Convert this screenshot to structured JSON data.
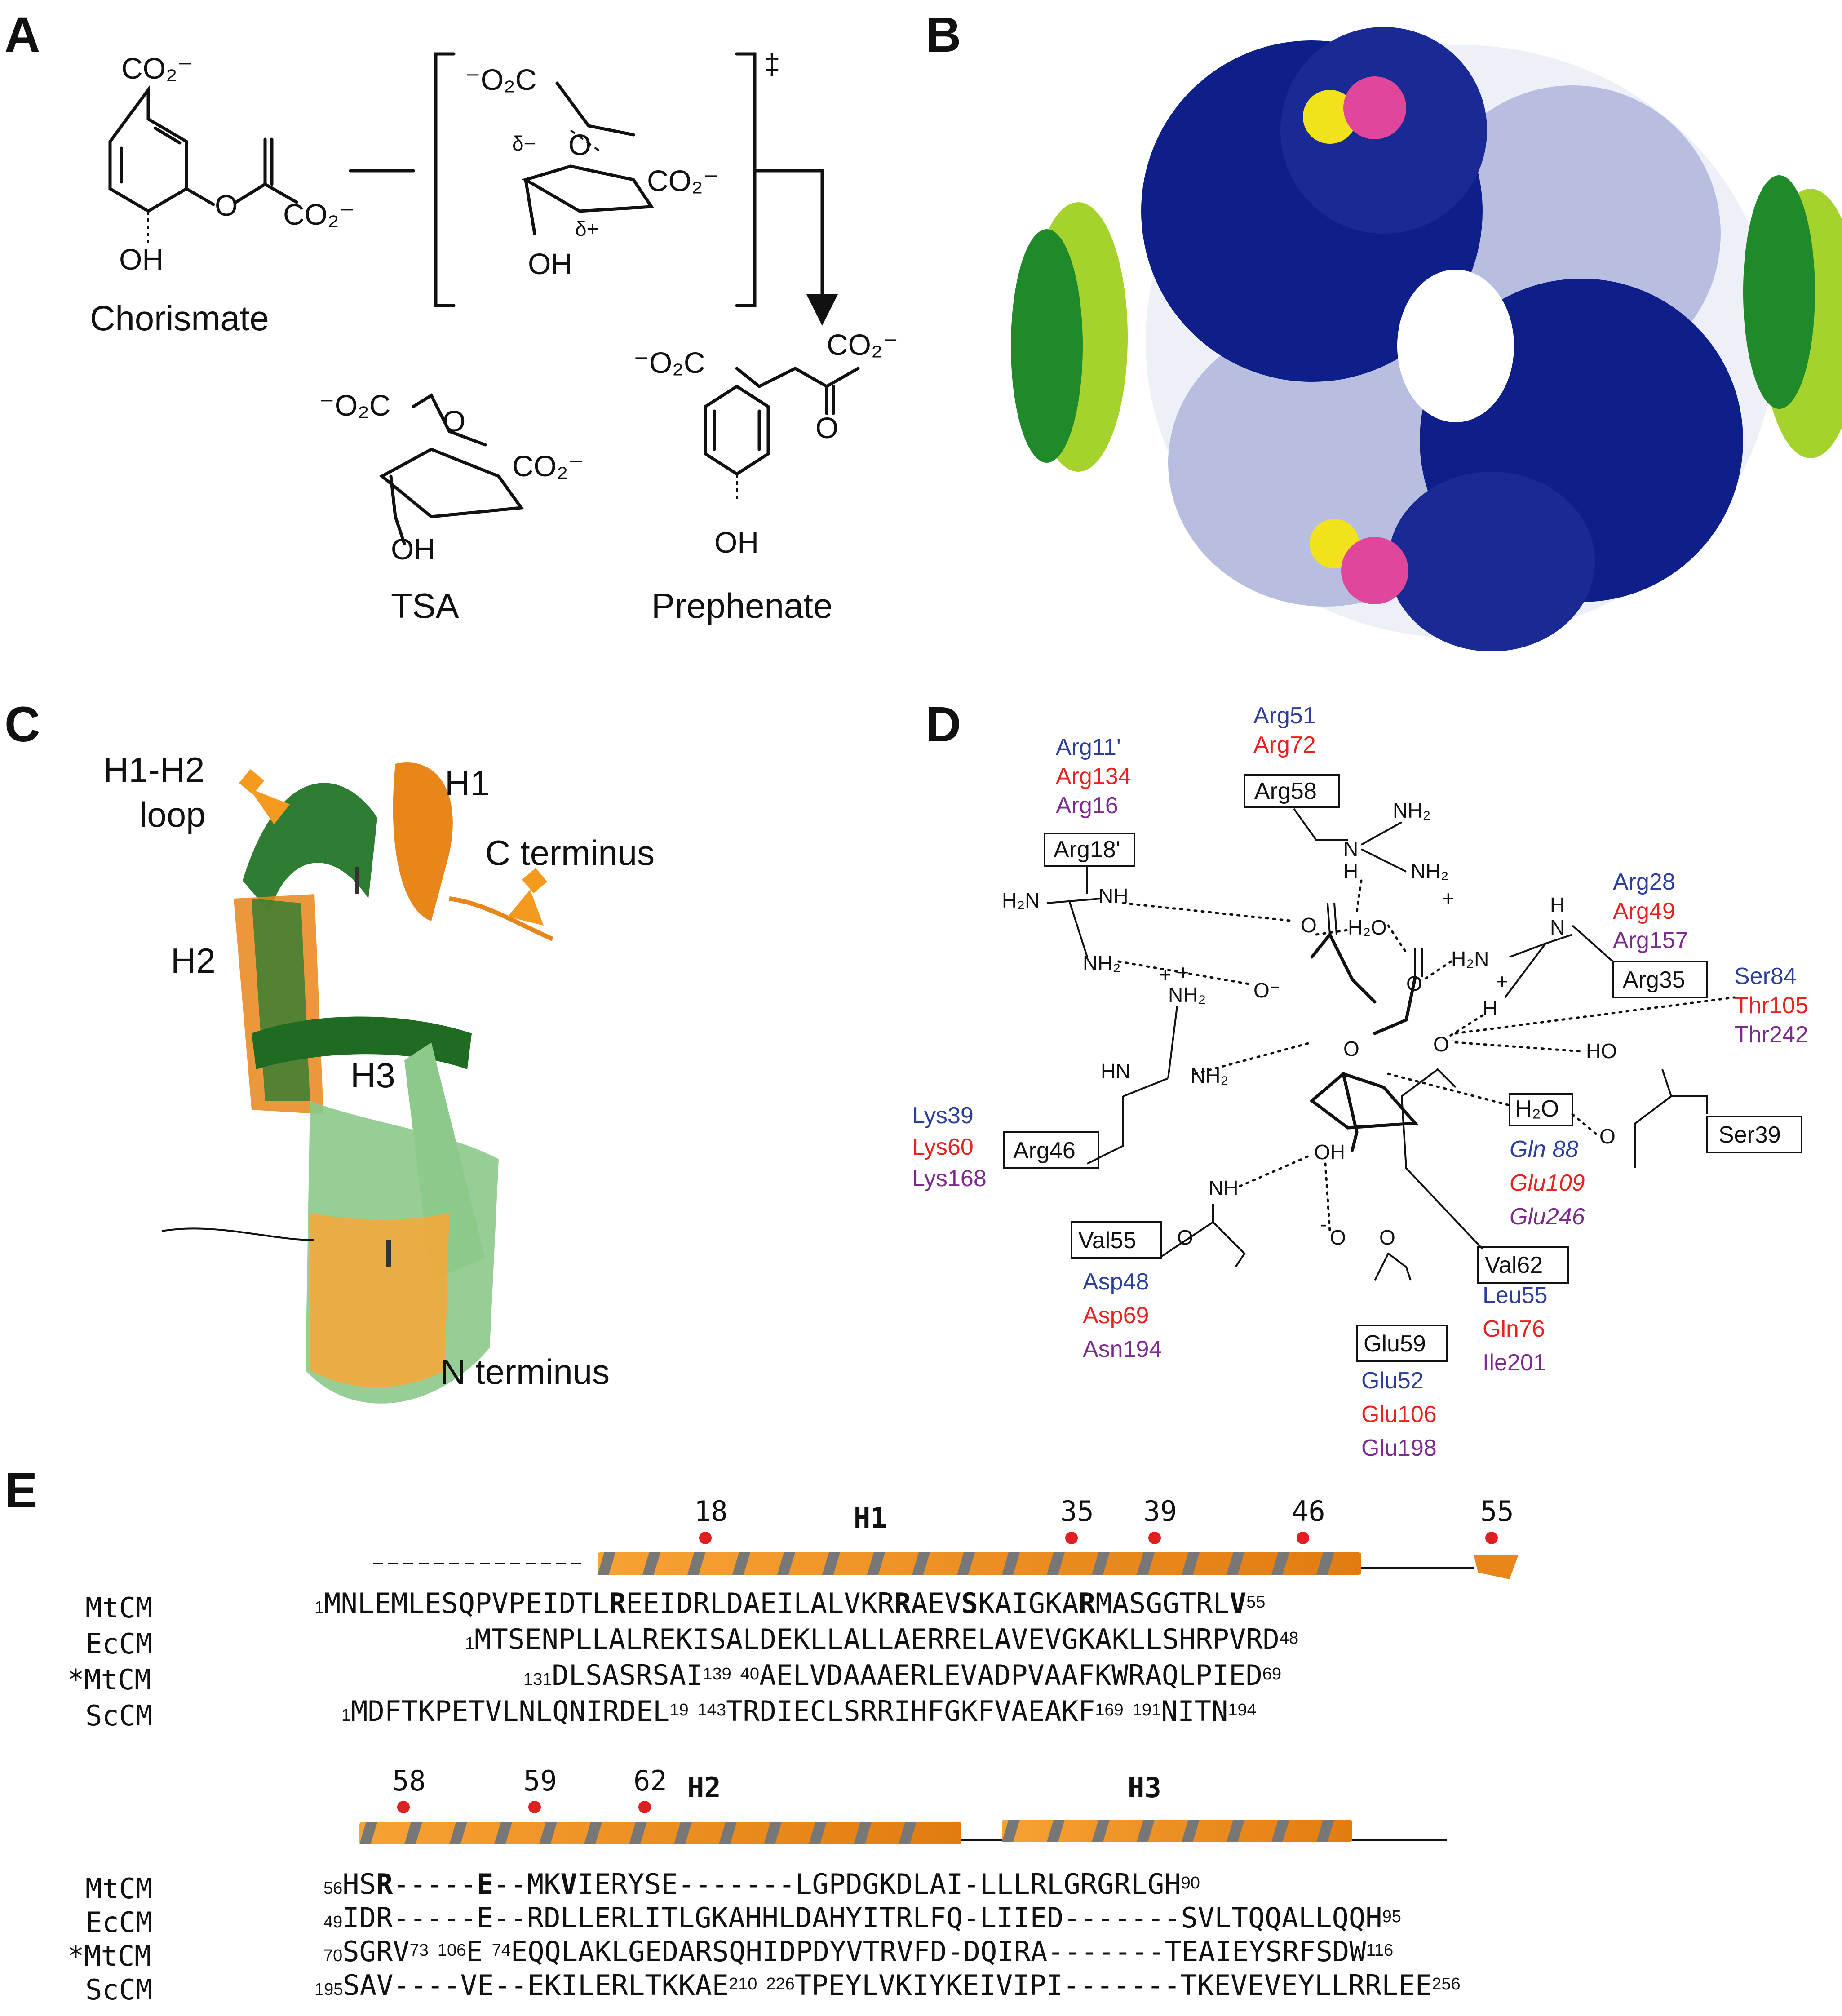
{
  "panels": {
    "a": "A",
    "b": "B",
    "c": "C",
    "d": "D",
    "e": "E"
  },
  "panel_a": {
    "chorismate": "Chorismate",
    "tsa": "TSA",
    "prephenate": "Prephenate",
    "dagger": "‡",
    "co2": "CO₂⁻",
    "o2c": "⁻O₂C",
    "oh": "OH",
    "o": "O",
    "delta_minus": "δ−",
    "delta_plus": "δ+"
  },
  "panel_b": {
    "colors": {
      "dark_blue": "#0f1f8a",
      "light_blue": "#b8bedf",
      "green": "#1f8a2a",
      "lime": "#a6d22e",
      "magenta": "#e0479a",
      "yellow": "#f2e21b"
    }
  },
  "panel_c": {
    "labels": {
      "h1h2_loop_1": "H1-H2",
      "h1h2_loop_2": "loop",
      "h1": "H1",
      "h2": "H2",
      "h3": "H3",
      "c_terminus": "C terminus",
      "n_terminus": "N terminus"
    },
    "colors": {
      "dark_green": "#2e7d32",
      "light_green": "#8cc98a",
      "orange": "#e8861a",
      "arrow": "#f39a1f"
    }
  },
  "panel_d": {
    "boxes": {
      "arg18": "Arg18'",
      "arg58": "Arg58",
      "arg35": "Arg35",
      "arg46": "Arg46",
      "ser39": "Ser39",
      "val55": "Val55",
      "val62": "Val62",
      "glu59": "Glu59",
      "h2o": "H₂O"
    },
    "groups": {
      "arg11": [
        "Arg11'",
        "Arg134",
        "Arg16"
      ],
      "arg51": [
        "Arg51",
        "Arg72"
      ],
      "arg28": [
        "Arg28",
        "Arg49",
        "Arg157"
      ],
      "ser84": [
        "Ser84",
        "Thr105",
        "Thr242"
      ],
      "lys39": [
        "Lys39",
        "Lys60",
        "Lys168"
      ],
      "asp48": [
        "Asp48",
        "Asp69",
        "Asn194"
      ],
      "leu55": [
        "Leu55",
        "Gln76",
        "Ile201"
      ],
      "glu52": [
        "Glu52",
        "Glu106",
        "Glu198"
      ],
      "gln88": [
        "Gln 88",
        "Glu109",
        "Glu246"
      ]
    },
    "atoms": {
      "h2n": "H₂N",
      "nh": "NH",
      "nh2": "NH₂",
      "nh2p": "NH₂",
      "h": "H",
      "n": "N",
      "h2o": "H₂O",
      "o": "O",
      "ominus": "O⁻",
      "ho": "HO",
      "oh": "OH",
      "hn": "HN",
      "plus": "+",
      "minus": "-"
    }
  },
  "panel_e": {
    "block1": {
      "numbers": [
        "18",
        "35",
        "39",
        "46",
        "55"
      ],
      "helix": "H1",
      "rows": [
        {
          "name": "MtCM",
          "pre": "1",
          "seq": "MNLEMLESQPVPEIDTL",
          "b1": "R",
          "s2": "EEIDRLDAEILALVKR",
          "b2": "R",
          "s3": "AEV",
          "b3": "S",
          "s4": "KAIGKA",
          "b4": "R",
          "s5": "MASGGTRL",
          "b5": "V",
          "post": "55"
        },
        {
          "name": "EcCM",
          "pre": "1",
          "seq": "MTSENPLLAL",
          "k1": "R",
          "s2": "EKISALDEKLLALLAE",
          "k2": "R",
          "s3": "RELAVEVGKA",
          "k3": "K",
          "s4": "LLSHRPVR",
          "k4": "D",
          "post": "48"
        },
        {
          "name": "*MtCM",
          "pre": "131",
          "seq": "DLSAS",
          "k1": "R",
          "s2": "SAI",
          "mid1": "139",
          "mid2": "40",
          "s3": "AELVDAAAE",
          "k2": "R",
          "s4": "LEVADPVAAF",
          "k3": "K",
          "s5": "WRAQLPIE",
          "k4": "D",
          "post": "69"
        },
        {
          "name": "ScCM",
          "pre": "1",
          "seq": "MDFTKPETVLNLQNI",
          "k1": "R",
          "s2": "DEL",
          "mid1": "19",
          "mid2": "143",
          "s3": "TRDIECLSR",
          "k2": "R",
          "s4": "IHFGKFVAEA",
          "k3": "K",
          "s5": "F",
          "mid3": "169",
          "mid4": "191",
          "s6": "NIT",
          "k4": "N",
          "post": "194"
        }
      ]
    },
    "block2": {
      "numbers": [
        "58",
        "59",
        "62"
      ],
      "helix2": "H2",
      "helix3": "H3",
      "rows": [
        {
          "name": "MtCM",
          "pre": "56",
          "s1": "HS",
          "k1": "R",
          "s2": "-----",
          "k2": "E",
          "s3": "--MK",
          "k3": "V",
          "s4": "IERYSE-------LGPDGKDLAI-LLLRLGRGRLGH",
          "post": "90"
        },
        {
          "name": "EcCM",
          "pre": "49",
          "s1": "ID",
          "k1": "R",
          "s2": "-----",
          "k2": "E",
          "s3": "--RD",
          "k3": "L",
          "s4": "LERLITLGKAHHLDAHYITRLFQ-LIIED-------",
          "k4": "S",
          "s5": "VLT",
          "k5": "Q",
          "s6": "QALLQQH",
          "post": "95"
        },
        {
          "name": "*MtCM",
          "pre": "70",
          "s1": "SG",
          "k1": "R",
          "s2": "V",
          "mid1": "73",
          "mid2": "106",
          "k2": "E",
          "mid3": "74",
          "s3": "EQ",
          "k3": "Q",
          "s4": "LAKLGEDARSQHIDPDYVTRVFD-DQIRA-------",
          "k4": "T",
          "s5": "EAI",
          "k5": "E",
          "s6": "YSRFSDW",
          "post": "116"
        },
        {
          "name": "ScCM",
          "pre": "195",
          "s1": "SAV",
          "s2": "----V",
          "k2": "E",
          "s3": "--EK",
          "k3": "I",
          "s4": "LERLTKKAE",
          "mid1": "210",
          "mid2": "226",
          "s5": "TPEYLVKIYKEIVIPI-------",
          "k4": "T",
          "s6": "KEV",
          "k5": "E",
          "s7": "VEYLLRRLEE",
          "post": "256"
        }
      ]
    }
  }
}
